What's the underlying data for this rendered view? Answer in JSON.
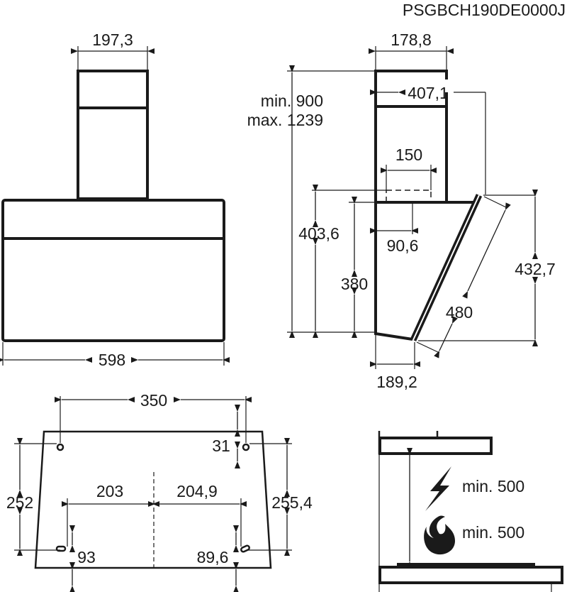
{
  "model_code": "PSGBCH190DE0000J",
  "front_view": {
    "chimney_width": "197,3",
    "hood_width": "598"
  },
  "side_view": {
    "chimney_depth": "178,8",
    "total_depth": "407,1",
    "height_min": "min. 900",
    "height_max": "max. 1239",
    "outlet_width": "150",
    "outlet_offset": "90,6",
    "height_to_outlet": "403,6",
    "body_height": "380",
    "glass_height": "432,7",
    "glass_length": "480",
    "bottom_depth": "189,2"
  },
  "mounting_template": {
    "hole_spacing": "350",
    "hole_offset": "31",
    "left_height": "252",
    "right_height": "255,4",
    "left_to_center": "203",
    "right_to_center": "204,9",
    "left_bottom": "93",
    "right_bottom": "89,6"
  },
  "clearance": {
    "electric_min": "min. 500",
    "gas_min": "min. 500"
  }
}
